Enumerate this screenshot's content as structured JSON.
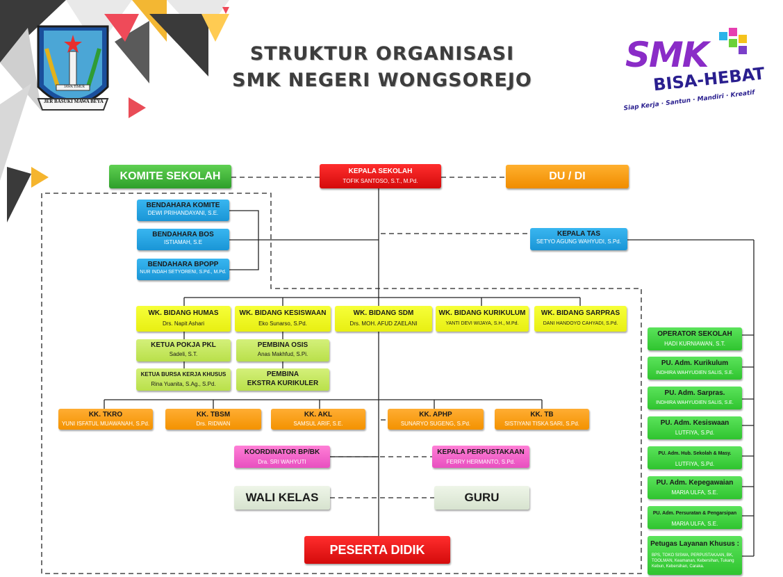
{
  "header": {
    "title_line1": "STRUKTUR ORGANISASI",
    "title_line2": "SMK NEGERI WONGSOREJO",
    "left_logo_text": "JER BASUKI MAWA BEYA",
    "left_logo_inner_text": "JAWA TIMUR",
    "right_logo": {
      "brand": "SMK",
      "tagline": "BISA-HEBAT",
      "subtagline": "Siap Kerja · Santun · Mandiri · Kreatif"
    }
  },
  "top": {
    "komite": {
      "title": "KOMITE SEKOLAH"
    },
    "kepala": {
      "title": "KEPALA SEKOLAH",
      "name": "TOFIK SANTOSO, S.T., M.Pd."
    },
    "dudi": {
      "title": "DU / DI"
    }
  },
  "bendahara": [
    {
      "title": "BENDAHARA KOMITE",
      "name": "DEWI PRIHANDAYANI, S.E."
    },
    {
      "title": "BENDAHARA BOS",
      "name": "ISTIAMAH, S.E"
    },
    {
      "title": "BENDAHARA BPOPP",
      "name": "NUR INDAH SETYORENI, S.Pd., M.Pd."
    }
  ],
  "kepala_tas": {
    "title": "KEPALA TAS",
    "name": "SETYO AGUNG WAHYUDI, S.Pd."
  },
  "wakil": [
    {
      "title": "WK. BIDANG HUMAS",
      "name": "Drs. Napit Ashari"
    },
    {
      "title": "WK. BIDANG KESISWAAN",
      "name": "Eko Sunarso, S.Pd."
    },
    {
      "title": "WK. BIDANG SDM",
      "name": "Drs. MOH. AFUD ZAELANI"
    },
    {
      "title": "WK. BIDANG KURIKULUM",
      "name": "YANTI DEVI WIJAYA, S.H., M.Pd."
    },
    {
      "title": "WK. BIDANG SARPRAS",
      "name": "DANI HANDOYO CAHYADI, S.Pd."
    }
  ],
  "sub_humas": [
    {
      "title": "KETUA POKJA PKL",
      "name": "Sadeli, S.T."
    },
    {
      "title": "KETUA BURSA KERJA KHUSUS",
      "name": "Rina Yuanita, S.Ag., S.Pd."
    }
  ],
  "sub_kesiswaan": [
    {
      "title": "PEMBINA OSIS",
      "name": "Anas Makhfud, S.Pi."
    },
    {
      "title": "PEMBINA",
      "title2": "EKSTRA KURIKULER"
    }
  ],
  "kk": [
    {
      "title": "KK. TKRO",
      "name": "YUNI ISFATUL MUAWANAH, S.Pd."
    },
    {
      "title": "KK. TBSM",
      "name": "Drs. RIDWAN"
    },
    {
      "title": "KK. AKL",
      "name": "SAMSUL ARIF, S.E."
    },
    {
      "title": "KK. APHP",
      "name": "SUNARYO SUGENG, S.Pd."
    },
    {
      "title": "KK. TB",
      "name": "SISTIYANI TISKA SARI, S.Pd."
    }
  ],
  "bk": {
    "title": "KOORDINATOR BP/BK",
    "name": "Dra. SRI WAHYUTI"
  },
  "perpus": {
    "title": "KEPALA PERPUSTAKAAN",
    "name": "FERRY HERMANTO, S.Pd."
  },
  "wali": {
    "title": "WALI KELAS"
  },
  "guru": {
    "title": "GURU"
  },
  "peserta": {
    "title": "PESERTA DIDIK"
  },
  "tas_staff": [
    {
      "title": "OPERATOR SEKOLAH",
      "name": "HADI KURNIAWAN, S.T."
    },
    {
      "title": "PU. Adm. Kurikulum",
      "name": "INDHIRA WAHYUDIEN SALIS, S.E."
    },
    {
      "title": "PU. Adm. Sarpras.",
      "name": "INDHIRA WAHYUDIEN SALIS, S.E."
    },
    {
      "title": "PU. Adm. Kesiswaan",
      "name": "LUTFIYA, S.Pd."
    },
    {
      "title": "PU. Adm. Hub. Sekolah & Masy.",
      "name": "LUTFIYA, S.Pd."
    },
    {
      "title": "PU. Adm. Kepegawaian",
      "name": "MARIA ULFA, S.E."
    },
    {
      "title": "PU. Adm. Persuratan & Pengarsipan",
      "name": "MARIA ULFA, S.E."
    },
    {
      "title": "Petugas Layanan Khusus :",
      "name": "BPS, TOKO SISWA, PERPUSTAKAAN, BK, TOOLMAN, Keamanan, Kebersihan, Tukang Kebun, Kebersihan, Caraka."
    }
  ],
  "colors": {
    "kepala": "#e01616",
    "komite": "#3fb43a",
    "dudi": "#f5a21a",
    "bendahara": "#27a7e6",
    "wakil": "#eef520",
    "sub": "#c6e85a",
    "kk": "#f59d13",
    "bk": "#f060cc",
    "wali_guru": "#e3ecdc",
    "staff": "#38d038"
  }
}
